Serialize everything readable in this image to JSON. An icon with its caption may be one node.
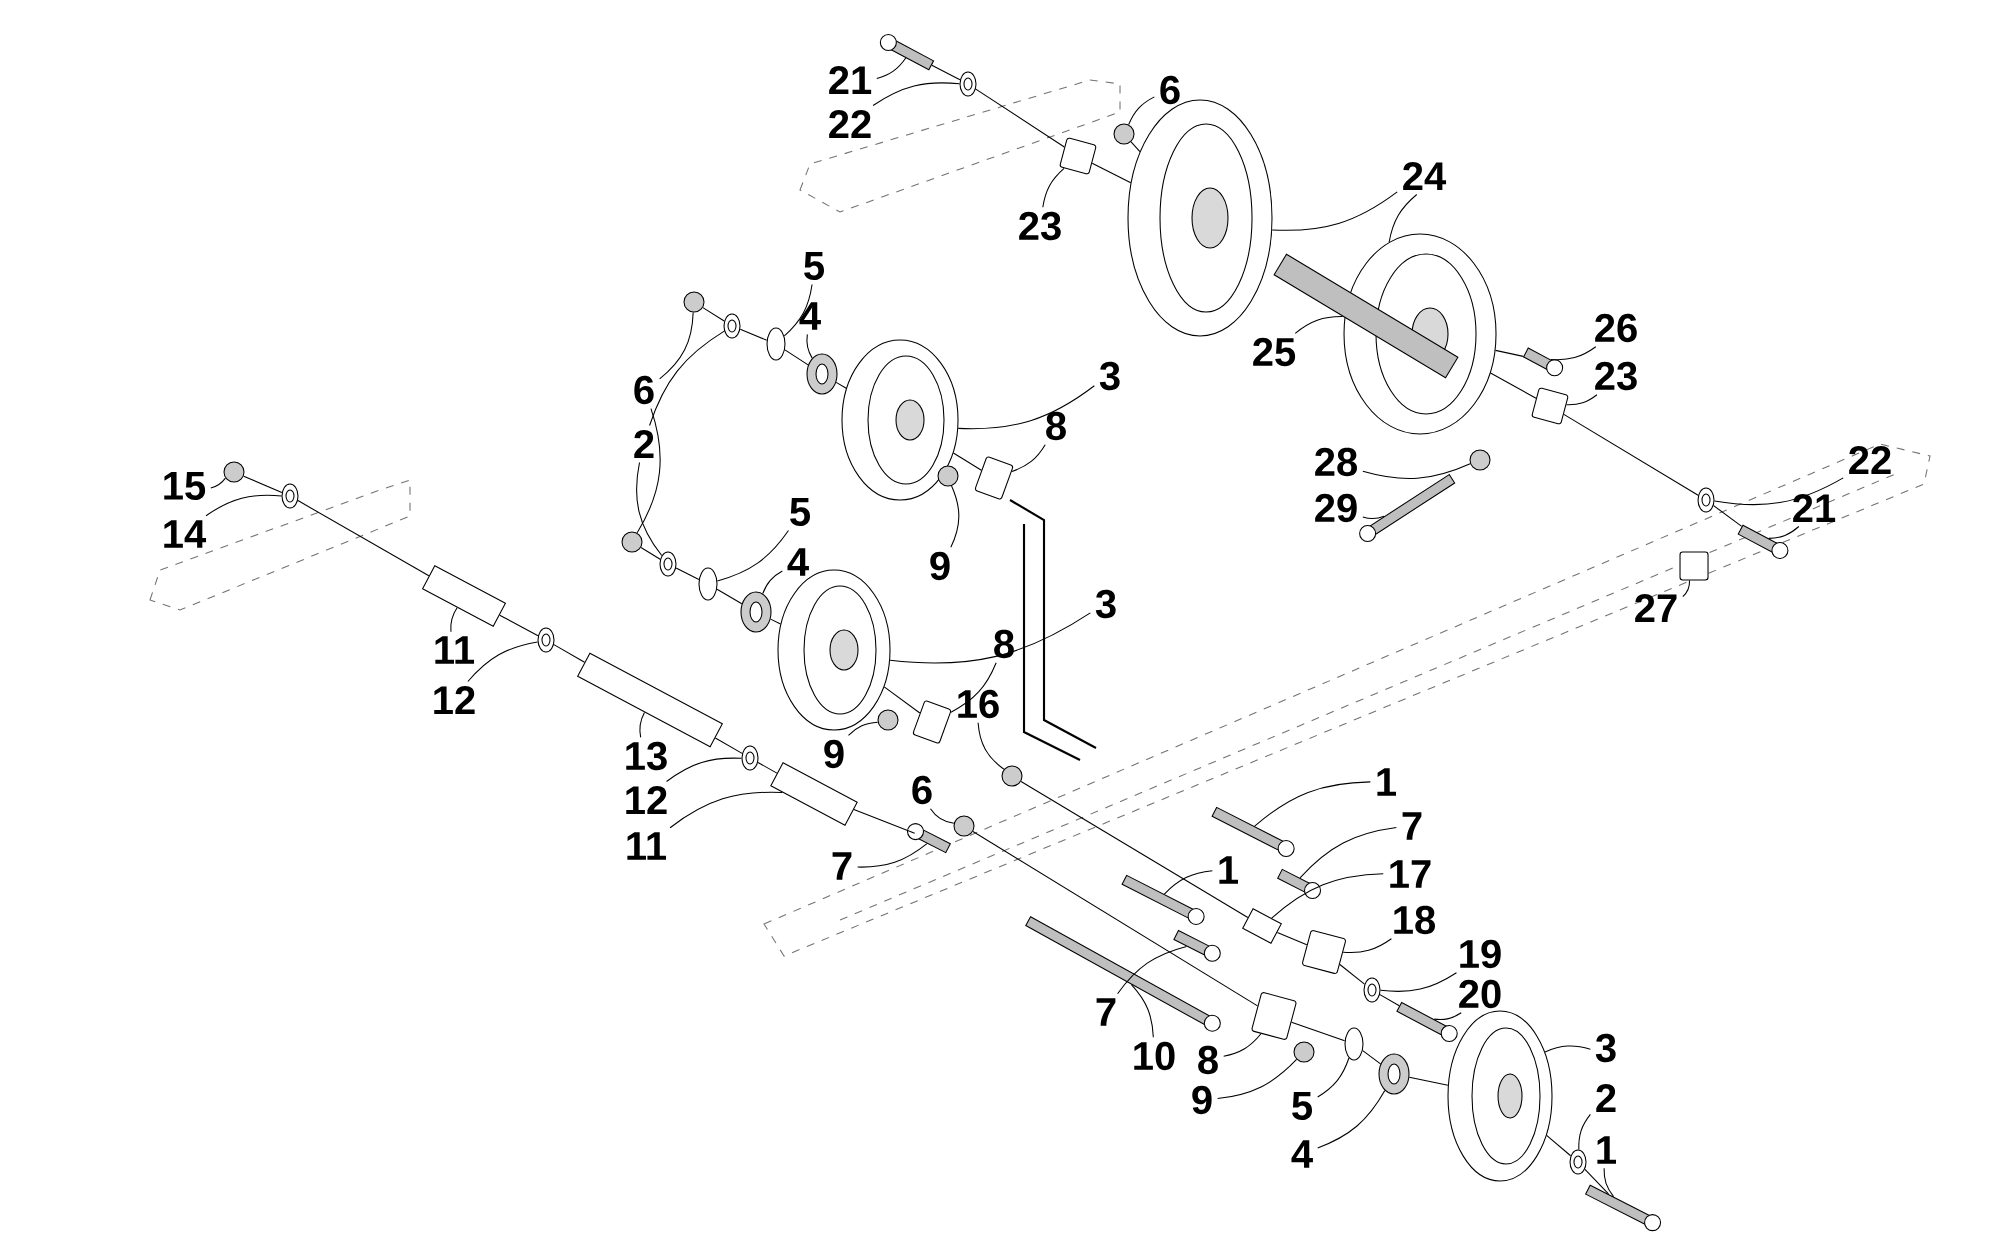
{
  "diagram": {
    "nodes": [
      {
        "text": [
          "21"
        ]
      },
      {
        "text": [
          "22"
        ]
      },
      {
        "text": [
          "6"
        ]
      },
      {
        "text": [
          "23"
        ]
      },
      {
        "text": [
          "24"
        ]
      },
      {
        "text": [
          "5"
        ]
      },
      {
        "text": [
          "4"
        ]
      },
      {
        "text": [
          "6"
        ]
      },
      {
        "text": [
          "2"
        ]
      },
      {
        "text": [
          "3"
        ]
      },
      {
        "text": [
          "26"
        ]
      },
      {
        "text": [
          "25"
        ]
      },
      {
        "text": [
          "23"
        ]
      },
      {
        "text": [
          "8"
        ]
      },
      {
        "text": [
          "15"
        ]
      },
      {
        "text": [
          "14"
        ]
      },
      {
        "text": [
          "28"
        ]
      },
      {
        "text": [
          "22"
        ]
      },
      {
        "text": [
          "29"
        ]
      },
      {
        "text": [
          "21"
        ]
      },
      {
        "text": [
          "9"
        ]
      },
      {
        "text": [
          "5"
        ]
      },
      {
        "text": [
          "4"
        ]
      },
      {
        "text": [
          "27"
        ]
      },
      {
        "text": [
          "11"
        ]
      },
      {
        "text": [
          "3"
        ]
      },
      {
        "text": [
          "12"
        ]
      },
      {
        "text": [
          "8"
        ]
      },
      {
        "text": [
          "16"
        ]
      },
      {
        "text": [
          "9"
        ]
      },
      {
        "text": [
          "13"
        ]
      },
      {
        "text": [
          "12"
        ]
      },
      {
        "text": [
          "11"
        ]
      },
      {
        "text": [
          "6"
        ]
      },
      {
        "text": [
          "1"
        ]
      },
      {
        "text": [
          "7"
        ]
      },
      {
        "text": [
          "7"
        ]
      },
      {
        "text": [
          "1"
        ]
      },
      {
        "text": [
          "17"
        ]
      },
      {
        "text": [
          "18"
        ]
      },
      {
        "text": [
          "19"
        ]
      },
      {
        "text": [
          "20"
        ]
      },
      {
        "text": [
          "7"
        ]
      },
      {
        "text": [
          "10"
        ]
      },
      {
        "text": [
          "8"
        ]
      },
      {
        "text": [
          "9"
        ]
      },
      {
        "text": [
          "5"
        ]
      },
      {
        "text": [
          "4"
        ]
      },
      {
        "text": [
          "3"
        ]
      },
      {
        "text": [
          "2"
        ]
      },
      {
        "text": [
          "1"
        ]
      },
      {
        "text": [],
        "shape": "bar"
      },
      {
        "text": [],
        "shape": "circle"
      },
      {
        "text": [],
        "shape": "circle"
      },
      {
        "text": [],
        "shape": "box"
      },
      {
        "text": [],
        "shape": "circle"
      },
      {
        "text": [],
        "shape": "circle"
      },
      {
        "text": [],
        "shape": "circle"
      },
      {
        "text": [],
        "shape": "circle"
      },
      {
        "text": [],
        "shape": "circle"
      },
      {
        "text": [],
        "shape": "circle"
      },
      {
        "text": [],
        "shape": "circle"
      },
      {
        "text": [],
        "shape": "circle"
      },
      {
        "text": [],
        "shape": "circle"
      },
      {
        "text": [],
        "shape": "bar"
      },
      {
        "text": [],
        "shape": "bar"
      },
      {
        "text": [],
        "shape": "box"
      },
      {
        "text": [],
        "shape": "box"
      },
      {
        "text": [],
        "shape": "circle"
      },
      {
        "text": [],
        "shape": "circle"
      },
      {
        "text": [],
        "shape": "circle"
      },
      {
        "text": [],
        "shape": "circle"
      },
      {
        "text": [],
        "shape": "bar"
      },
      {
        "text": [],
        "shape": "bar"
      },
      {
        "text": [],
        "shape": "circle"
      },
      {
        "text": [],
        "shape": "circle"
      },
      {
        "text": [],
        "shape": "circle"
      },
      {
        "text": [],
        "shape": "box"
      },
      {
        "text": [],
        "shape": "cylinder"
      },
      {
        "text": [],
        "shape": "circle"
      },
      {
        "text": [],
        "shape": "circle"
      },
      {
        "text": [],
        "shape": "box"
      },
      {
        "text": [],
        "shape": "circle"
      },
      {
        "text": [],
        "shape": "circle"
      },
      {
        "text": [],
        "shape": "cylinder"
      },
      {
        "text": [],
        "shape": "circle"
      },
      {
        "text": [],
        "shape": "cylinder"
      },
      {
        "text": [],
        "shape": "circle"
      },
      {
        "text": [],
        "shape": "bar"
      },
      {
        "text": [],
        "shape": "bar"
      },
      {
        "text": [],
        "shape": "bar"
      },
      {
        "text": [],
        "shape": "bar"
      },
      {
        "text": [],
        "shape": "cylinder"
      },
      {
        "text": [],
        "shape": "box"
      },
      {
        "text": [],
        "shape": "circle"
      },
      {
        "text": [],
        "shape": "bar"
      },
      {
        "text": [],
        "shape": "bar"
      },
      {
        "text": [],
        "shape": "bar"
      },
      {
        "text": [],
        "shape": "box"
      },
      {
        "text": [],
        "shape": "circle"
      },
      {
        "text": [],
        "shape": "circle"
      },
      {
        "text": [],
        "shape": "circle"
      },
      {
        "text": [],
        "shape": "circle"
      },
      {
        "text": [],
        "shape": "circle"
      },
      {
        "text": [],
        "shape": "bar"
      }
    ],
    "edges": [
      {
        "from": 0,
        "to": 51,
        "arrow": "none"
      },
      {
        "from": 1,
        "to": 52,
        "arrow": "none"
      },
      {
        "from": 2,
        "to": 53,
        "arrow": "none"
      },
      {
        "from": 3,
        "to": 54,
        "arrow": "none"
      },
      {
        "from": 4,
        "to": 55,
        "arrow": "none"
      },
      {
        "from": 4,
        "to": 56,
        "arrow": "none"
      },
      {
        "from": 5,
        "to": 57,
        "arrow": "none"
      },
      {
        "from": 6,
        "to": 58,
        "arrow": "none"
      },
      {
        "from": 7,
        "to": 59,
        "arrow": "none"
      },
      {
        "from": 7,
        "to": 60,
        "arrow": "none"
      },
      {
        "from": 8,
        "to": 61,
        "arrow": "none"
      },
      {
        "from": 8,
        "to": 62,
        "arrow": "none"
      },
      {
        "from": 9,
        "to": 63,
        "arrow": "none"
      },
      {
        "from": 10,
        "to": 64,
        "arrow": "none"
      },
      {
        "from": 11,
        "to": 65,
        "arrow": "none"
      },
      {
        "from": 12,
        "to": 66,
        "arrow": "none"
      },
      {
        "from": 13,
        "to": 67,
        "arrow": "none"
      },
      {
        "from": 14,
        "to": 68,
        "arrow": "none"
      },
      {
        "from": 15,
        "to": 69,
        "arrow": "none"
      },
      {
        "from": 16,
        "to": 70,
        "arrow": "none"
      },
      {
        "from": 17,
        "to": 71,
        "arrow": "none"
      },
      {
        "from": 18,
        "to": 72,
        "arrow": "none"
      },
      {
        "from": 19,
        "to": 73,
        "arrow": "none"
      },
      {
        "from": 20,
        "to": 74,
        "arrow": "none"
      },
      {
        "from": 21,
        "to": 75,
        "arrow": "none"
      },
      {
        "from": 22,
        "to": 76,
        "arrow": "none"
      },
      {
        "from": 23,
        "to": 77,
        "arrow": "none"
      },
      {
        "from": 24,
        "to": 78,
        "arrow": "none"
      },
      {
        "from": 25,
        "to": 79,
        "arrow": "none"
      },
      {
        "from": 26,
        "to": 80,
        "arrow": "none"
      },
      {
        "from": 27,
        "to": 81,
        "arrow": "none"
      },
      {
        "from": 28,
        "to": 82,
        "arrow": "none"
      },
      {
        "from": 29,
        "to": 83,
        "arrow": "none"
      },
      {
        "from": 30,
        "to": 84,
        "arrow": "none"
      },
      {
        "from": 31,
        "to": 85,
        "arrow": "none"
      },
      {
        "from": 32,
        "to": 86,
        "arrow": "none"
      },
      {
        "from": 33,
        "to": 87,
        "arrow": "none"
      },
      {
        "from": 34,
        "to": 88,
        "arrow": "none"
      },
      {
        "from": 35,
        "to": 89,
        "arrow": "none"
      },
      {
        "from": 36,
        "to": 90,
        "arrow": "none"
      },
      {
        "from": 37,
        "to": 91,
        "arrow": "none"
      },
      {
        "from": 38,
        "to": 92,
        "arrow": "none"
      },
      {
        "from": 39,
        "to": 93,
        "arrow": "none"
      },
      {
        "from": 40,
        "to": 94,
        "arrow": "none"
      },
      {
        "from": 41,
        "to": 95,
        "arrow": "none"
      },
      {
        "from": 42,
        "to": 96,
        "arrow": "none"
      },
      {
        "from": 43,
        "to": 97,
        "arrow": "none"
      },
      {
        "from": 44,
        "to": 98,
        "arrow": "none"
      },
      {
        "from": 45,
        "to": 99,
        "arrow": "none"
      },
      {
        "from": 46,
        "to": 100,
        "arrow": "none"
      },
      {
        "from": 47,
        "to": 101,
        "arrow": "none"
      },
      {
        "from": 48,
        "to": 102,
        "arrow": "none"
      },
      {
        "from": 49,
        "to": 103,
        "arrow": "none"
      },
      {
        "from": 50,
        "to": 104,
        "arrow": "none"
      },
      {
        "from": 51,
        "to": 52,
        "arrow": "none"
      },
      {
        "from": 52,
        "to": 54,
        "arrow": "none"
      },
      {
        "from": 54,
        "to": 55,
        "arrow": "none"
      },
      {
        "from": 56,
        "to": 66,
        "arrow": "none"
      },
      {
        "from": 66,
        "to": 71,
        "arrow": "none"
      },
      {
        "from": 71,
        "to": 73,
        "arrow": "none"
      },
      {
        "from": 53,
        "to": 55,
        "arrow": "none"
      },
      {
        "from": 56,
        "to": 64,
        "arrow": "none"
      },
      {
        "from": 59,
        "to": 61,
        "arrow": "none"
      },
      {
        "from": 61,
        "to": 57,
        "arrow": "none"
      },
      {
        "from": 57,
        "to": 58,
        "arrow": "none"
      },
      {
        "from": 58,
        "to": 63,
        "arrow": "none"
      },
      {
        "from": 63,
        "to": 67,
        "arrow": "none"
      },
      {
        "from": 60,
        "to": 62,
        "arrow": "none"
      },
      {
        "from": 62,
        "to": 75,
        "arrow": "none"
      },
      {
        "from": 75,
        "to": 76,
        "arrow": "none"
      },
      {
        "from": 76,
        "to": 79,
        "arrow": "none"
      },
      {
        "from": 79,
        "to": 81,
        "arrow": "none"
      },
      {
        "from": 68,
        "to": 69,
        "arrow": "none"
      },
      {
        "from": 69,
        "to": 78,
        "arrow": "none"
      },
      {
        "from": 78,
        "to": 80,
        "arrow": "none"
      },
      {
        "from": 80,
        "to": 84,
        "arrow": "none"
      },
      {
        "from": 84,
        "to": 85,
        "arrow": "none"
      },
      {
        "from": 85,
        "to": 86,
        "arrow": "none"
      },
      {
        "from": 86,
        "to": 90,
        "arrow": "none"
      },
      {
        "from": 87,
        "to": 98,
        "arrow": "none"
      },
      {
        "from": 98,
        "to": 100,
        "arrow": "none"
      },
      {
        "from": 100,
        "to": 101,
        "arrow": "none"
      },
      {
        "from": 101,
        "to": 102,
        "arrow": "none"
      },
      {
        "from": 102,
        "to": 103,
        "arrow": "none"
      },
      {
        "from": 103,
        "to": 104,
        "arrow": "none"
      },
      {
        "from": 82,
        "to": 92,
        "arrow": "none"
      },
      {
        "from": 92,
        "to": 93,
        "arrow": "none"
      },
      {
        "from": 93,
        "to": 94,
        "arrow": "none"
      },
      {
        "from": 94,
        "to": 95,
        "arrow": "none"
      }
    ]
  }
}
